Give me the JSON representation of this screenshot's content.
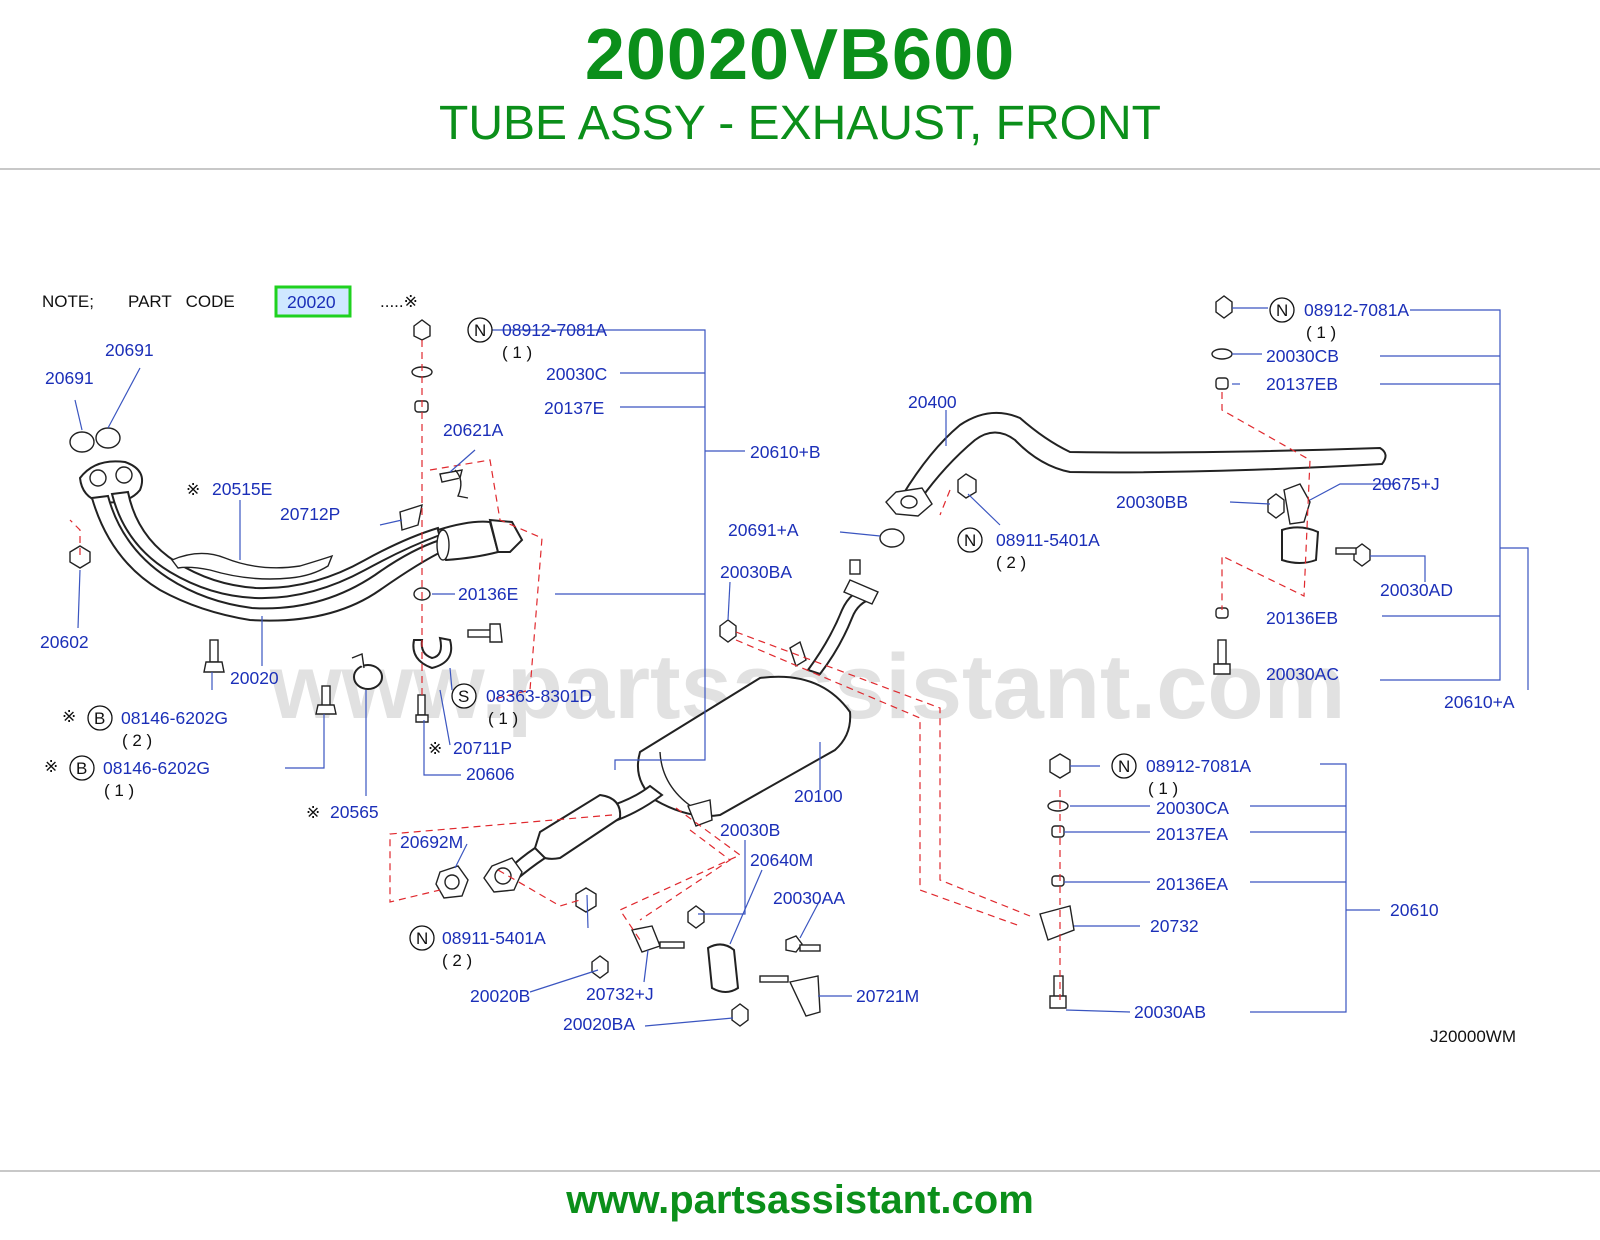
{
  "header": {
    "part_number": "20020VB600",
    "description": "TUBE ASSY - EXHAUST, FRONT"
  },
  "footer": {
    "url": "www.partsassistant.com"
  },
  "diagram": {
    "note": {
      "prefix": "NOTE;",
      "part_code_label": "PART   CODE",
      "code": "20020",
      "suffix": ".....※"
    },
    "watermark": "www.partsassistant.com",
    "drawing_code": "J20000WM",
    "colors": {
      "title_green": "#0b8f1a",
      "label_blue": "#1b2fb8",
      "leader_blue": "#3a55c0",
      "dash_red": "#e0292e",
      "note_highlight": "#1fd11f"
    },
    "labels": {
      "l20691a": "20691",
      "l20691b": "20691",
      "l20515e": "20515E",
      "l20712p": "20712P",
      "l20621a": "20621A",
      "l20602": "20602",
      "l20020": "20020",
      "l08146a": "08146-6202G",
      "l08146a_qty": "( 2 )",
      "l08146b": "08146-6202G",
      "l08146b_qty": "( 1 )",
      "l20565": "20565",
      "l08912a": "08912-7081A",
      "l08912a_qty": "( 1 )",
      "l20030c": "20030C",
      "l20137e": "20137E",
      "l20610b": "20610+B",
      "l20136e": "20136E",
      "l08363": "08363-8301D",
      "l08363_qty": "( 1 )",
      "l20711p": "20711P",
      "l20606": "20606",
      "l20400": "20400",
      "l20691plusa": "20691+A",
      "l20030ba": "20030BA",
      "l08911a": "08911-5401A",
      "l08911a_qty": "( 2 )",
      "l20100": "20100",
      "l20692m": "20692M",
      "l08911b": "08911-5401A",
      "l08911b_qty": "( 2 )",
      "l20030b": "20030B",
      "l20640m": "20640M",
      "l20030aa": "20030AA",
      "l20020b": "20020B",
      "l20732j": "20732+J",
      "l20020ba": "20020BA",
      "l20721m": "20721M",
      "l08912b": "08912-7081A",
      "l08912b_qty": "( 1 )",
      "l20030cb": "20030CB",
      "l20137eb": "20137EB",
      "l20675j": "20675+J",
      "l20030bb": "20030BB",
      "l20030ad": "20030AD",
      "l20136eb": "20136EB",
      "l20030ac": "20030AC",
      "l20610a": "20610+A",
      "l08912c": "08912-7081A",
      "l08912c_qty": "( 1 )",
      "l20030ca": "20030CA",
      "l20137ea": "20137EA",
      "l20136ea": "20136EA",
      "l20732": "20732",
      "l20610": "20610",
      "l20030ab": "20030AB"
    },
    "symbols": {
      "mark": "※",
      "n": "N",
      "b": "B",
      "s": "S"
    }
  }
}
